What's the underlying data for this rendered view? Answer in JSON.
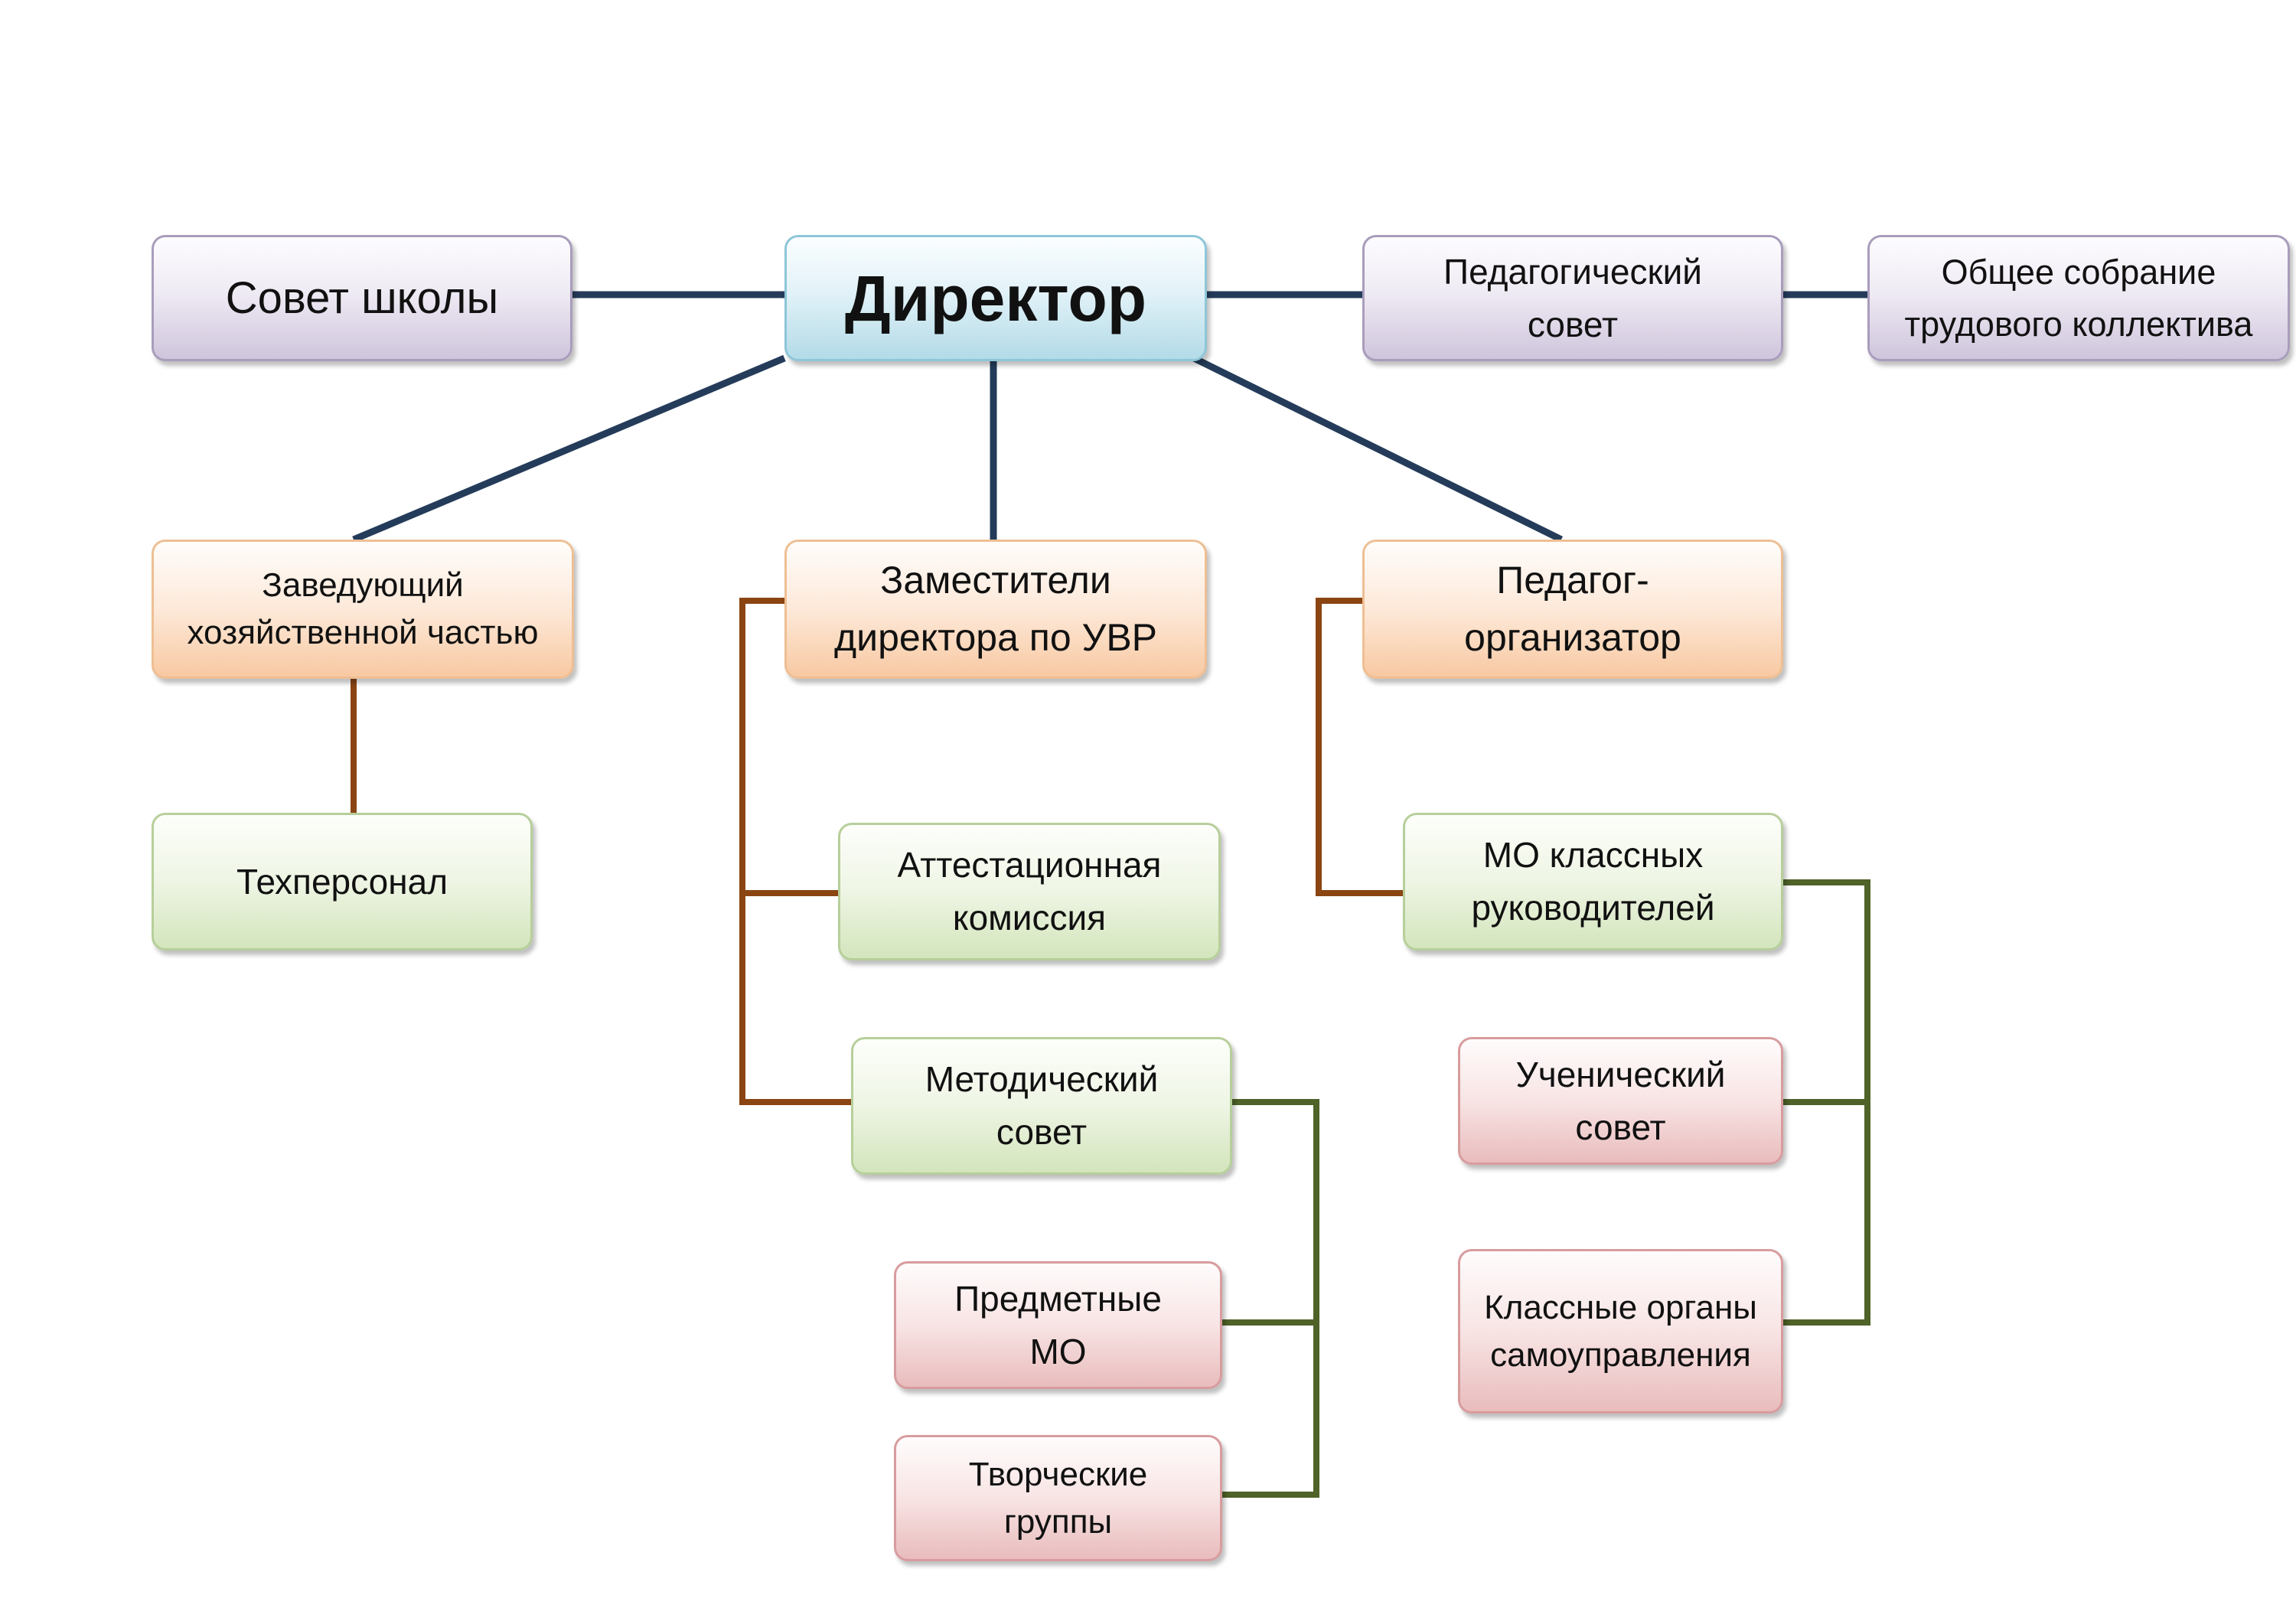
{
  "nodes": {
    "director": "Директор",
    "school_council": "Совет школы",
    "pedagogical_council": "Педагогический\nсовет",
    "general_meeting": "Общее собрание\nтрудового коллектива",
    "household_head": "Заведующий\nхозяйственной частью",
    "deputy_directors": "Заместители\nдиректора по УВР",
    "pedagogue_organizer": "Педагог-\nорганизатор",
    "tech_staff": "Техперсонал",
    "attestation_commission": "Аттестационная\nкомиссия",
    "class_teachers_mo": "МО классных\nруководителей",
    "methodical_council": "Методический\nсовет",
    "student_council": "Ученический\nсовет",
    "subject_mo": "Предметные\nМО",
    "class_self_government": "Классные органы\nсамоуправления",
    "creative_groups": "Творческие\nгруппы"
  },
  "colors": {
    "main_line": "#243c5a",
    "brown_line": "#8b4513",
    "green_line": "#4f6228"
  }
}
